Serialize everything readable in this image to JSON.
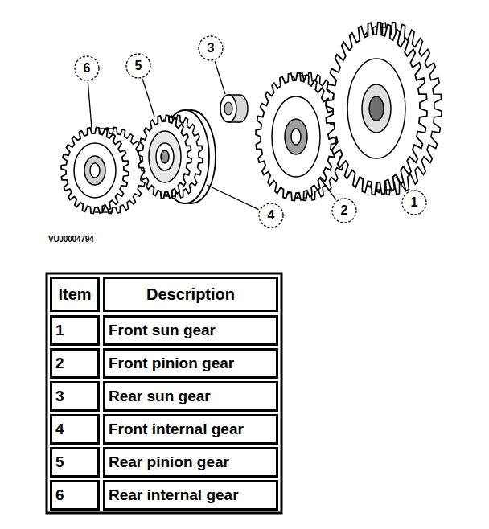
{
  "diagram": {
    "labels": [
      "6",
      "5",
      "3",
      "4",
      "2",
      "1",
      "VUJ0004794",
      "Item",
      "Description",
      "1",
      "Front sun gear",
      "2",
      "Front pinion gear",
      "3",
      "Rear sun gear",
      "4",
      "Front internal gear",
      "5",
      "Rear pinion gear",
      "6",
      "Rear internal gear"
    ]
  }
}
